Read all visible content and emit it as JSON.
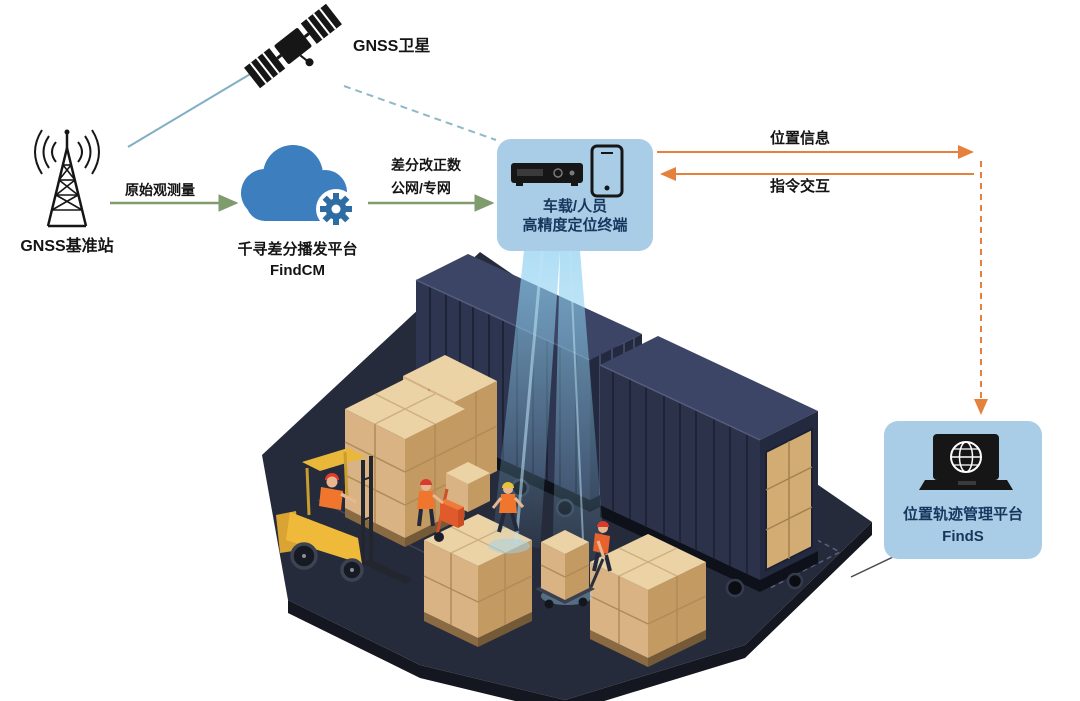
{
  "diagram": {
    "satellite": {
      "label": "GNSS卫星"
    },
    "base_station": {
      "label": "GNSS基准站"
    },
    "cloud": {
      "name": "千寻差分播发平台",
      "product": "FindCM"
    },
    "terminal": {
      "line1": "车载/人员",
      "line2": "高精度定位终端"
    },
    "platform": {
      "name": "位置轨迹管理平台",
      "product": "FindS"
    },
    "edges": {
      "raw_observation": "原始观测量",
      "correction_line1": "差分改正数",
      "correction_line2": "公网/专网",
      "position_info": "位置信息",
      "command_interaction": "指令交互"
    }
  },
  "colors": {
    "background": "#ffffff",
    "panel_blue": "#a9cde6",
    "panel_text": "#17365d",
    "cloud_blue": "#3d7ebf",
    "gear_blue": "#2e6da4",
    "arrow_green": "#7f9c6f",
    "arrow_orange": "#e5813c",
    "link_teal": "#82aec4",
    "floor_navy": "#262b3c",
    "container_side": "#2b3249",
    "container_top": "#3c4565",
    "crate_top": "#ecd3a5",
    "crate_left": "#d9b383",
    "crate_right": "#c49a63",
    "forklift_yellow": "#efb93a",
    "vest_orange": "#f0762e",
    "beam_blue": "#8ed0f0",
    "icon_black": "#161616"
  },
  "icons": {
    "satellite": "satellite-icon",
    "base_station": "radio-tower-icon",
    "cloud": "cloud-gear-icon",
    "receiver": "vehicle-terminal-icon",
    "phone": "smartphone-icon",
    "laptop": "laptop-globe-icon"
  }
}
